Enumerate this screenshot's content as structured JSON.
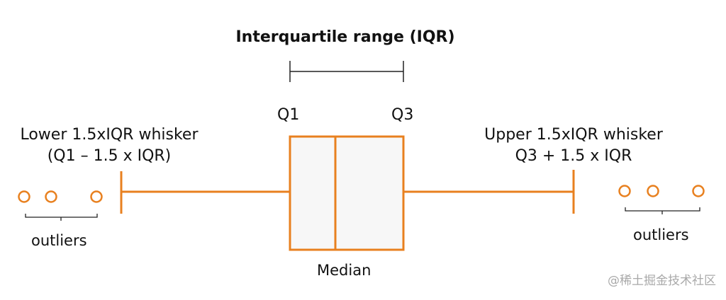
{
  "title": "Interquartile range (IQR)",
  "labels": {
    "q1": "Q1",
    "q3": "Q3",
    "median": "Median",
    "lower_whisker": [
      "Lower 1.5xIQR whisker",
      "(Q1 – 1.5 x IQR)"
    ],
    "upper_whisker": [
      "Upper 1.5xIQR whisker",
      "Q3 + 1.5 x IQR"
    ],
    "outliers_left": "outliers",
    "outliers_right": "outliers"
  },
  "watermark": "@稀土掘金技术社区",
  "colors": {
    "accent": "#E8801F",
    "box_fill": "#F7F7F7",
    "text": "#111111",
    "bracket": "#222222",
    "watermark": "#A9A9A9"
  }
}
